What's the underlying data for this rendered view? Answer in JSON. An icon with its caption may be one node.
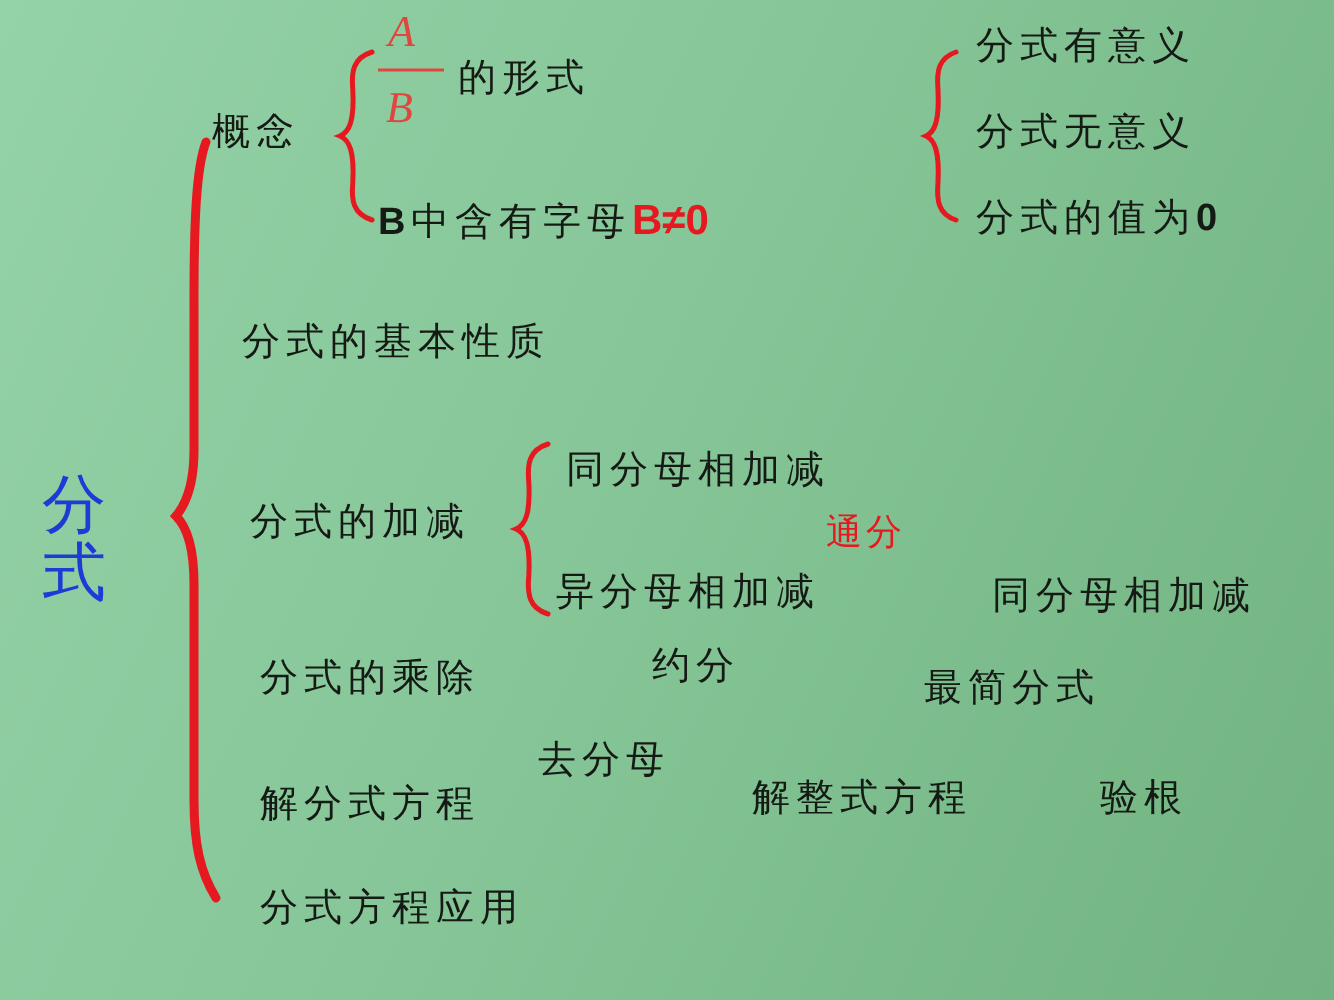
{
  "diagram": {
    "labels": [
      "分式",
      "概念",
      "A",
      "B",
      "的形式",
      "**B**中含有字母",
      "B≠0",
      "分式有意义",
      "分式无意义",
      "分式的值为**0**",
      "分式的基本性质",
      "分式的加减",
      "同分母相加减",
      "异分母相加减",
      "通分",
      "同分母相加减",
      "分式的乘除",
      "约分",
      "最简分式",
      "解分式方程",
      "去分母",
      "解整式方程",
      "验根",
      "分式方程应用"
    ]
  }
}
